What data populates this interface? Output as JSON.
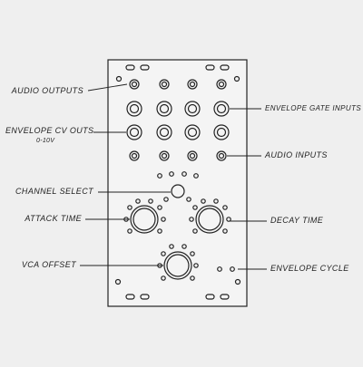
{
  "labels": {
    "audio_outputs": "AUDIO OUTPUTS",
    "envelope_cv_outs": "ENVELOPE CV OUTS",
    "envelope_cv_range": "0-10V",
    "channel_select": "CHANNEL SELECT",
    "attack_time": "ATTACK TIME",
    "vca_offset": "VCA OFFSET",
    "envelope_gate_inputs": "ENVELOPE GATE INPUTS",
    "audio_inputs": "AUDIO INPUTS",
    "decay_time": "DECAY TIME",
    "envelope_cycle": "ENVELOPE CYCLE"
  },
  "colors": {
    "background": "#efefef",
    "panel": "#f4f4f4",
    "stroke": "#222222"
  }
}
